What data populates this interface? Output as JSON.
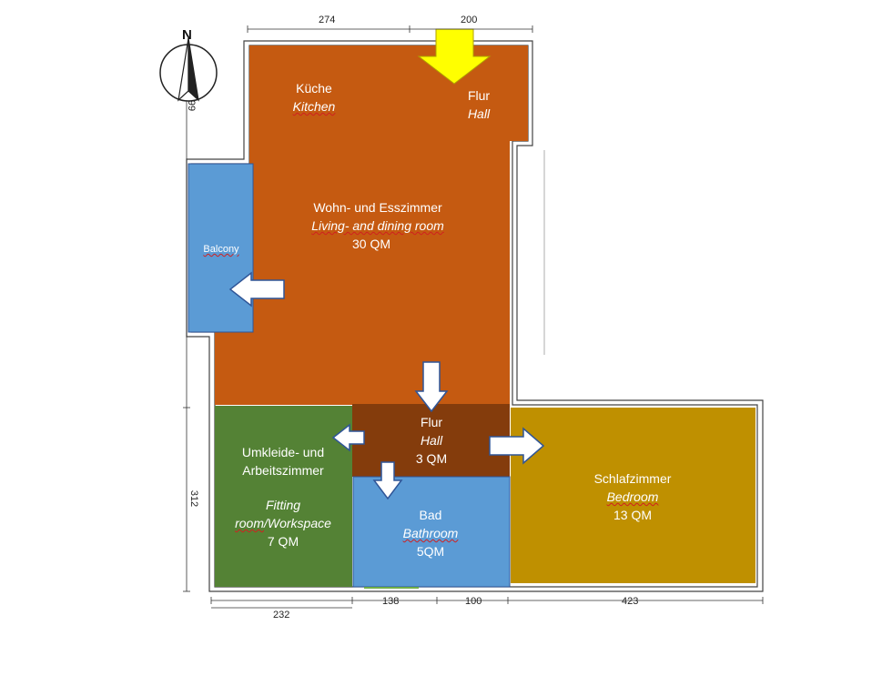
{
  "rooms": {
    "kitchen": {
      "de": "Küche",
      "en": "Kitchen"
    },
    "hall_top": {
      "de": "Flur",
      "en": "Hall"
    },
    "living": {
      "de": "Wohn- und Esszimmer",
      "en": "Living- and dining room",
      "area": "30 QM"
    },
    "balcony": {
      "en": "Balcony"
    },
    "fitting": {
      "de_line1": "Umkleide- und",
      "de_line2": "Arbeitszimmer",
      "en_line1": "Fitting",
      "en_line2_a": "room",
      "en_line2_b": "/Workspace",
      "area": "7 QM"
    },
    "hall_mid": {
      "de": "Flur",
      "en": "Hall",
      "area": "3 QM"
    },
    "bathroom": {
      "de": "Bad",
      "en": "Bathroom",
      "area": "5QM"
    },
    "bedroom": {
      "de": "Schlafzimmer",
      "en": "Bedroom",
      "area": "13 QM"
    }
  },
  "dimensions": {
    "top_left": "274",
    "top_right": "200",
    "left_upper": "99",
    "left_lower": "312",
    "bottom_1": "232",
    "bottom_2": "138",
    "bottom_3": "100",
    "bottom_4": "423"
  },
  "compass": {
    "letter": "N"
  },
  "colors": {
    "living": "#c55a11",
    "hall": "#843c0c",
    "balcony": "#5b9bd5",
    "bathroom": "#5b9bd5",
    "fitting": "#548235",
    "bedroom": "#bf9000",
    "entry_arrow": "#ffff00"
  }
}
